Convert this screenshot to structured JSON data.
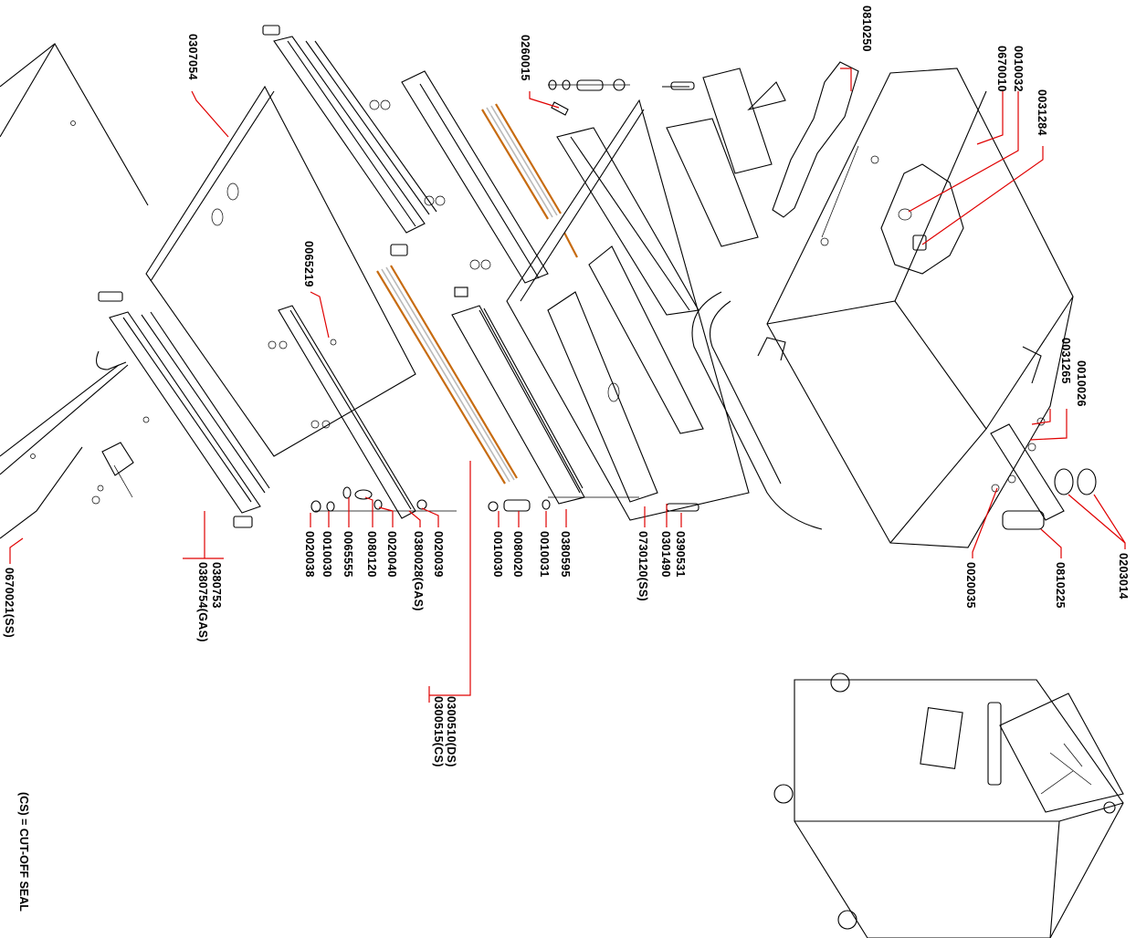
{
  "diagram": {
    "labels": [
      {
        "id": "p0307054",
        "text": "0307054"
      },
      {
        "id": "p0260015",
        "text": "0260015"
      },
      {
        "id": "p0810250",
        "text": "0810250"
      },
      {
        "id": "p0670010",
        "text": "0670010"
      },
      {
        "id": "p0010032",
        "text": "0010032"
      },
      {
        "id": "p0031284",
        "text": "0031284"
      },
      {
        "id": "p0065219",
        "text": "0065219"
      },
      {
        "id": "p0031265",
        "text": "0031265"
      },
      {
        "id": "p0010026",
        "text": "0010026"
      },
      {
        "id": "p0203014",
        "text": "0203014"
      },
      {
        "id": "p0810225",
        "text": "0810225"
      },
      {
        "id": "p0020035",
        "text": "0020035"
      },
      {
        "id": "p0390531",
        "text": "0390531"
      },
      {
        "id": "p0301490",
        "text": "0301490"
      },
      {
        "id": "p0730120",
        "text": "0730120(SS)"
      },
      {
        "id": "p0380595",
        "text": "0380595"
      },
      {
        "id": "p0010031",
        "text": "0010031"
      },
      {
        "id": "p0080020",
        "text": "0080020"
      },
      {
        "id": "p0010030a",
        "text": "0010030"
      },
      {
        "id": "p0300510",
        "text": "0300510(DS)"
      },
      {
        "id": "p0300515",
        "text": "0300515(CS)"
      },
      {
        "id": "p0020039",
        "text": "0020039"
      },
      {
        "id": "p0380028",
        "text": "0380028(GAS)"
      },
      {
        "id": "p0020040",
        "text": "0020040"
      },
      {
        "id": "p0080120",
        "text": "0080120"
      },
      {
        "id": "p0065555",
        "text": "0065555"
      },
      {
        "id": "p0010030b",
        "text": "0010030"
      },
      {
        "id": "p0020038",
        "text": "0020038"
      },
      {
        "id": "p0380753",
        "text": "0380753"
      },
      {
        "id": "p0380754",
        "text": "0380754(GAS)"
      },
      {
        "id": "p0670021",
        "text": "0670021(SS)"
      }
    ],
    "note": "(CS) = CUT-OFF SEAL",
    "colors": {
      "leader": "#e00000",
      "heating_element": "#c76b10",
      "line": "#000000"
    }
  }
}
